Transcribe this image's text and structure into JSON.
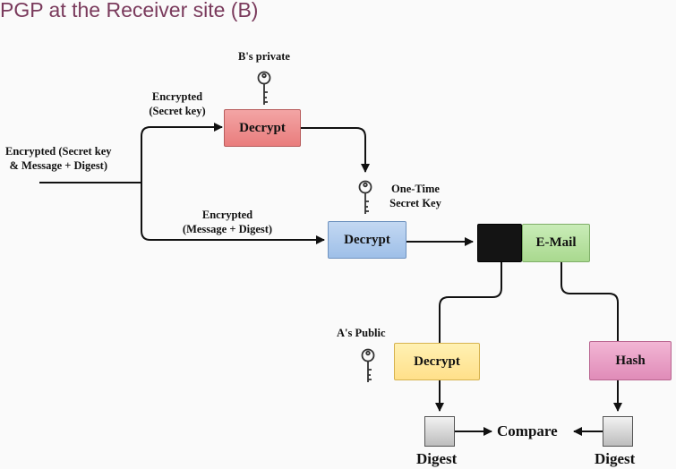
{
  "title": "PGP at the Receiver site (B)",
  "labels": {
    "input": "Encrypted (Secret key\n& Message + Digest)",
    "enc_secret_key": "Encrypted\n(Secret key)",
    "b_private": "B's private",
    "one_time_key": "One-Time\nSecret Key",
    "enc_message_digest": "Encrypted\n(Message + Digest)",
    "a_public": "A's Public"
  },
  "boxes": {
    "decrypt_secret": "Decrypt",
    "decrypt_message": "Decrypt",
    "email": "E-Mail",
    "decrypt_digest": "Decrypt",
    "hash": "Hash"
  },
  "bottom": {
    "compare": "Compare",
    "digest_left": "Digest",
    "digest_right": "Digest"
  },
  "icons": [
    "key-icon",
    "key-icon",
    "key-icon"
  ],
  "colors": {
    "title": "#7a3a5c",
    "red_box": "#ee8f8f",
    "blue_box": "#aecbee",
    "green_box": "#b6e1a0",
    "yellow_box": "#ffe89e",
    "pink_box": "#e9a1c6"
  }
}
